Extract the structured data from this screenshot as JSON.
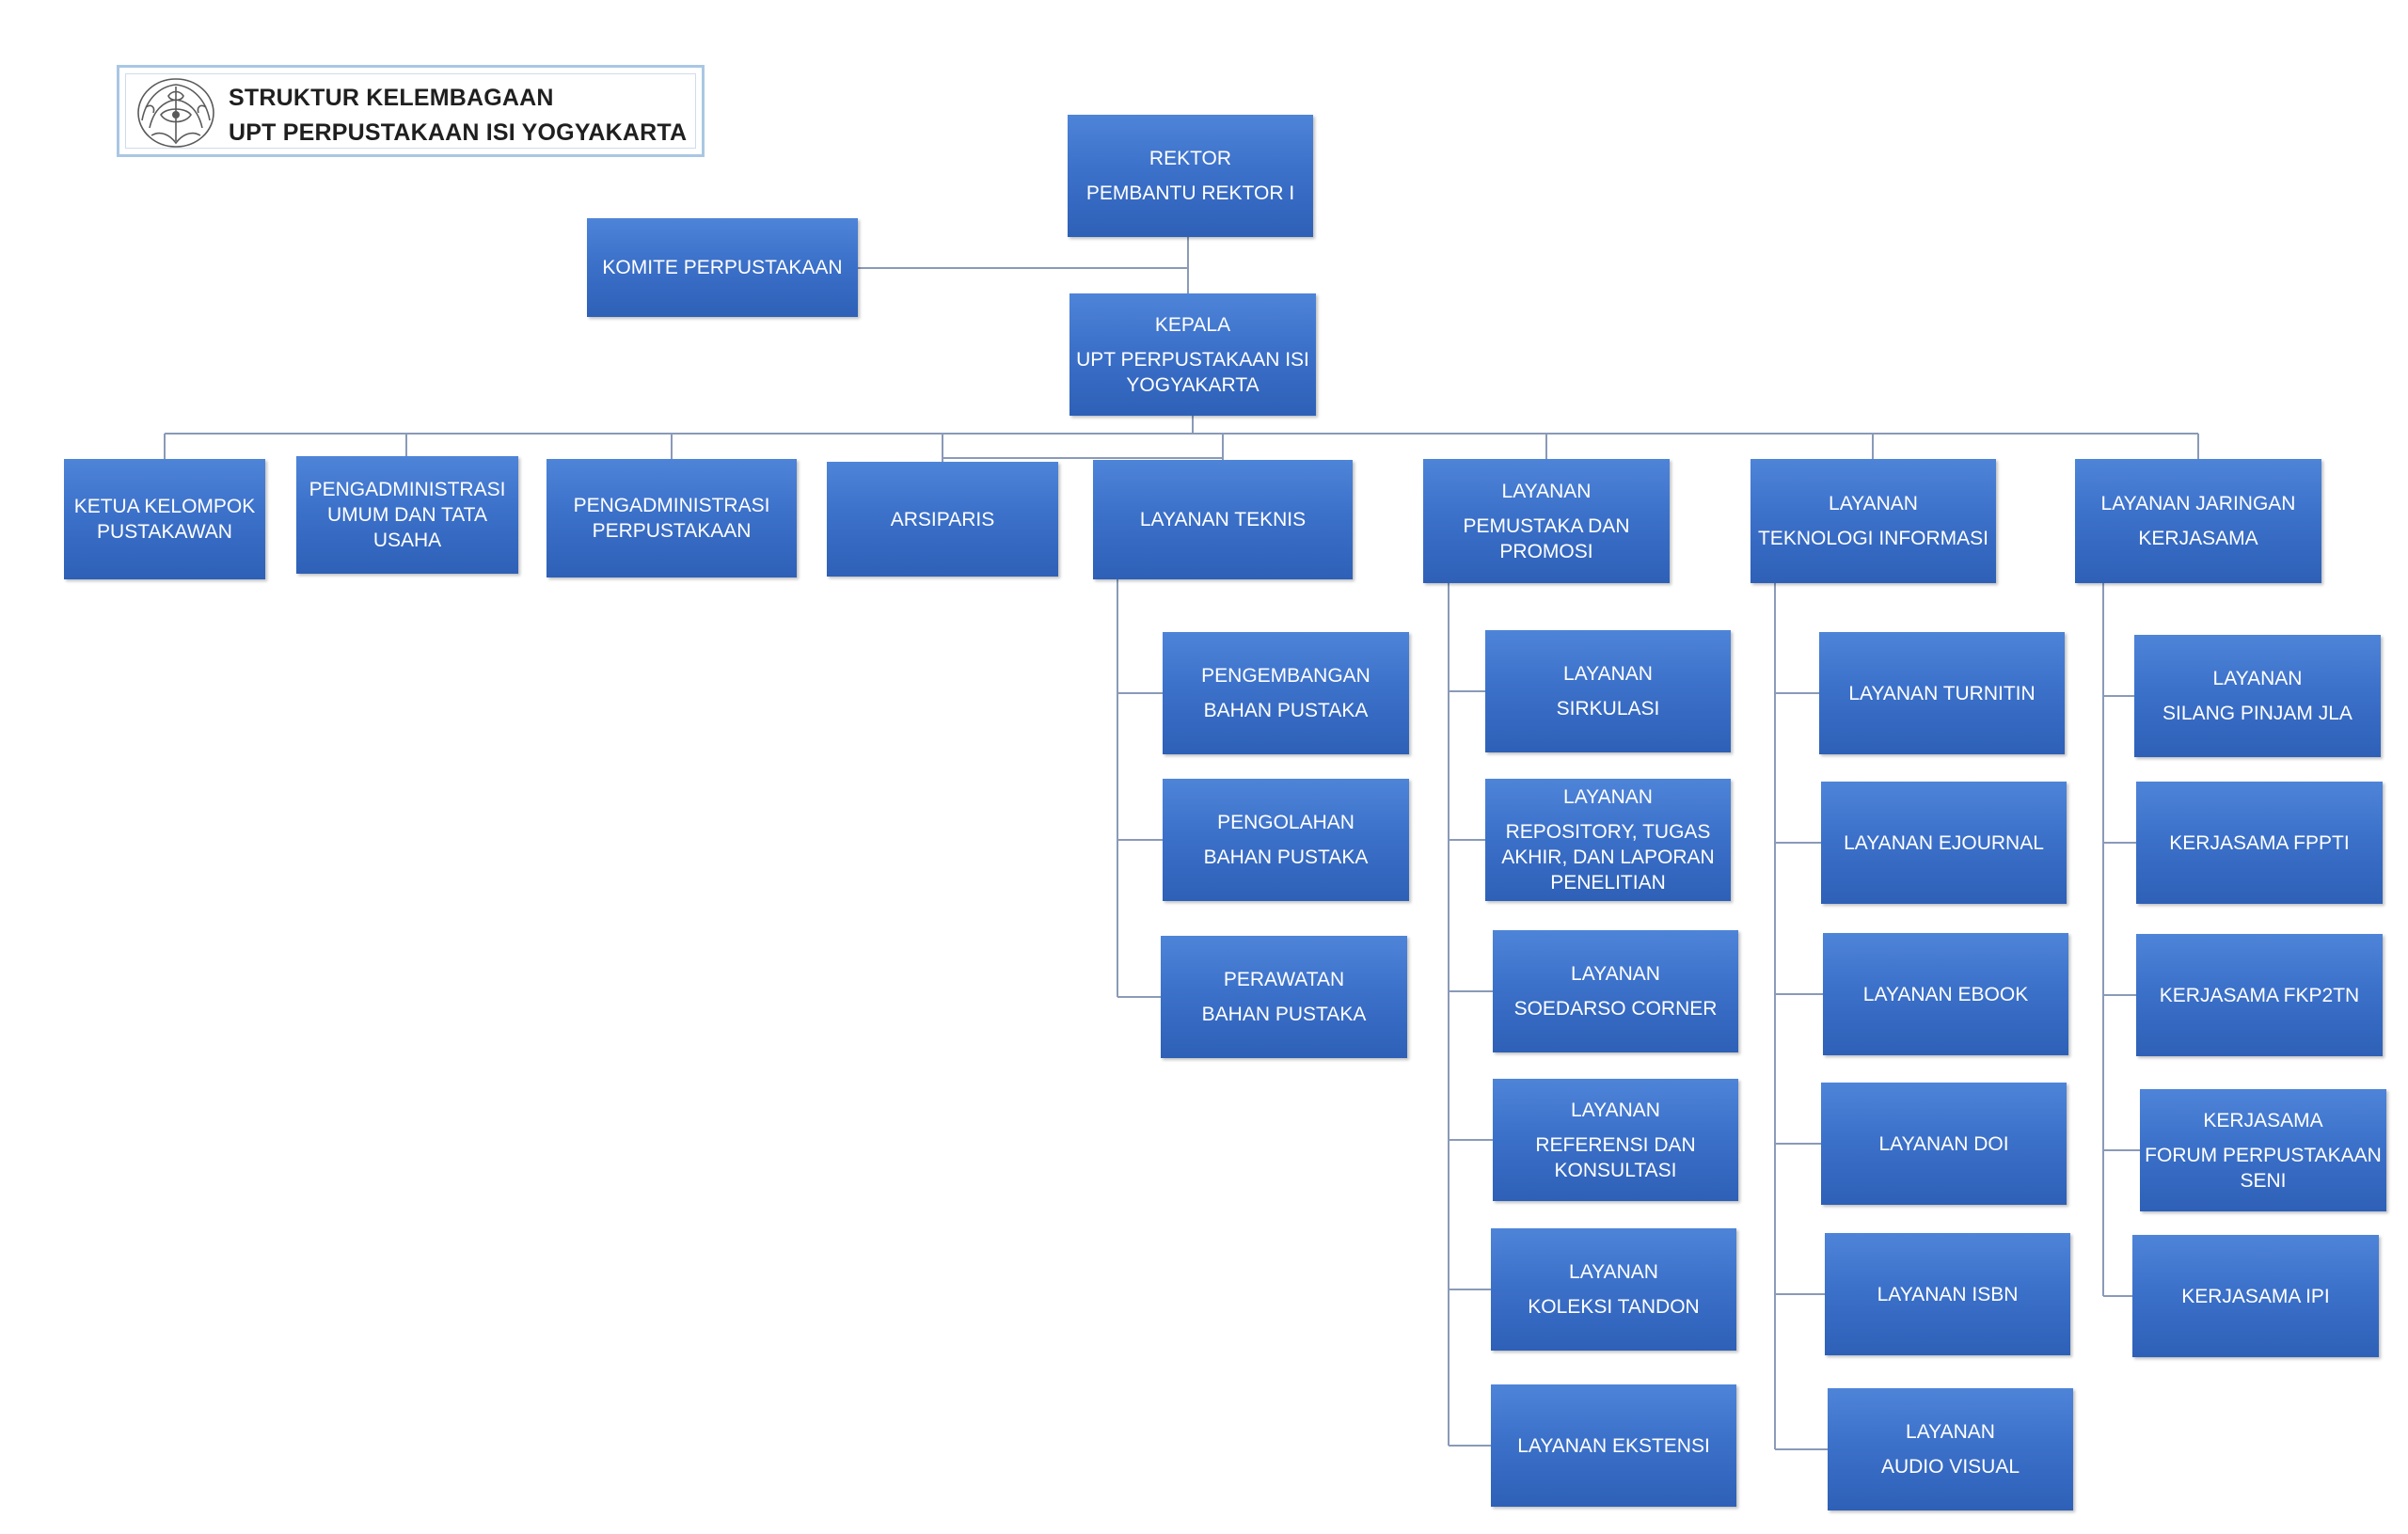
{
  "header": {
    "line1": "STRUKTUR KELEMBAGAAN",
    "line2": "UPT PERPUSTAKAAN ISI YOGYAKARTA"
  },
  "colors": {
    "box_fill": "#3c71ca",
    "box_text": "#ffffff",
    "connector": "#8a9ab8",
    "title_border": "#a9c7e3"
  },
  "logo": {
    "icon": "isi-yogyakarta-emblem-icon"
  },
  "units": {
    "rektor": [
      "REKTOR",
      "PEMBANTU REKTOR I"
    ],
    "komite": [
      "KOMITE PERPUSTAKAAN"
    ],
    "kepala": [
      "KEPALA",
      "UPT PERPUSTAKAAN ISI",
      "YOGYAKARTA"
    ],
    "ketua": [
      "KETUA KELOMPOK",
      "PUSTAKAWAN"
    ],
    "adm_umum": [
      "PENGADMINISTRASI",
      "UMUM  DAN TATA",
      "USAHA"
    ],
    "adm_perpus": [
      "PENGADMINISTRASI",
      "PERPUSTAKAAN"
    ],
    "arsiparis": [
      "ARSIPARIS"
    ],
    "teknis": [
      "LAYANAN TEKNIS"
    ],
    "pemustaka": [
      "LAYANAN",
      "PEMUSTAKA DAN",
      "PROMOSI"
    ],
    "ti": [
      "LAYANAN",
      "TEKNOLOGI INFORMASI"
    ],
    "jaringan": [
      "LAYANAN JARINGAN",
      "KERJASAMA"
    ],
    "t1": [
      "PENGEMBANGAN",
      "BAHAN PUSTAKA"
    ],
    "t2": [
      "PENGOLAHAN",
      "BAHAN PUSTAKA"
    ],
    "t3": [
      "PERAWATAN",
      "BAHAN PUSTAKA"
    ],
    "p1": [
      "LAYANAN",
      "SIRKULASI"
    ],
    "p2": [
      "LAYANAN",
      "REPOSITORY, TUGAS",
      "AKHIR, DAN LAPORAN",
      "PENELITIAN"
    ],
    "p3": [
      "LAYANAN",
      "SOEDARSO CORNER"
    ],
    "p4": [
      "LAYANAN",
      "REFERENSI DAN",
      "KONSULTASI"
    ],
    "p5": [
      "LAYANAN",
      "KOLEKSI TANDON"
    ],
    "p6": [
      "LAYANAN EKSTENSI"
    ],
    "i1": [
      "LAYANAN TURNITIN"
    ],
    "i2": [
      "LAYANAN EJOURNAL"
    ],
    "i3": [
      "LAYANAN EBOOK"
    ],
    "i4": [
      "LAYANAN DOI"
    ],
    "i5": [
      "LAYANAN ISBN"
    ],
    "i6": [
      "LAYANAN",
      "AUDIO VISUAL"
    ],
    "j1": [
      "LAYANAN",
      "SILANG PINJAM JLA"
    ],
    "j2": [
      "KERJASAMA FPPTI"
    ],
    "j3": [
      "KERJASAMA FKP2TN"
    ],
    "j4": [
      "KERJASAMA",
      "FORUM PERPUSTAKAAN",
      "SENI"
    ],
    "j5": [
      "KERJASAMA IPI"
    ]
  }
}
